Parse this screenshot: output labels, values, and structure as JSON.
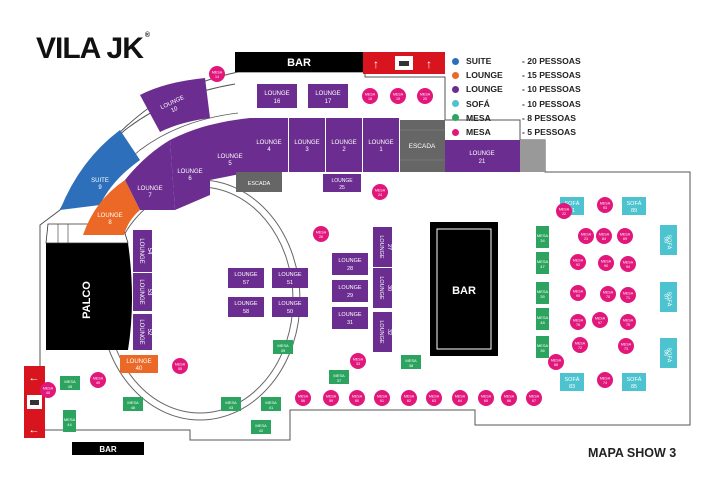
{
  "brand": {
    "name": "VILA JK",
    "mark": "®"
  },
  "title": "MAPA SHOW 3",
  "colors": {
    "suite": "#2d6fbb",
    "lounge_orange": "#ec6826",
    "lounge": "#6b2d8f",
    "sofa": "#4cc3cf",
    "mesa8": "#2ca45f",
    "mesa5": "#e2177b",
    "bar": "#000000",
    "exit": "#d8141e",
    "stair": "#666666"
  },
  "legend": [
    {
      "name": "SUITE",
      "capacity": "- 20 PESSOAS",
      "color": "#2d6fbb"
    },
    {
      "name": "LOUNGE",
      "capacity": "- 15 PESSOAS",
      "color": "#ec6826"
    },
    {
      "name": "LOUNGE",
      "capacity": "- 10 PESSOAS",
      "color": "#6b2d8f"
    },
    {
      "name": "SOFÁ",
      "capacity": "- 10 PESSOAS",
      "color": "#4cc3cf"
    },
    {
      "name": "MESA",
      "capacity": "- 8 PESSOAS",
      "color": "#2ca45f"
    },
    {
      "name": "MESA",
      "capacity": "- 5 PESSOAS",
      "color": "#e2177b"
    }
  ],
  "labels": {
    "bar_top": "BAR",
    "bar_center": "BAR",
    "bar_bottom": "BAR",
    "stage": "PALCO",
    "stairs_1": "ESCADA",
    "stairs_2": "ESCADA",
    "suite": "SUITE",
    "lounge": "LOUNGE",
    "sofa": "SOFÁ",
    "mesa": "MESA"
  },
  "suite_number": "9",
  "lounge_numbers": {
    "arc": [
      "10",
      "8",
      "7",
      "6",
      "5",
      "4",
      "3",
      "2",
      "1"
    ],
    "top": [
      "16",
      "17"
    ],
    "right": "21",
    "near_stairs": "25",
    "stage_col": [
      "54",
      "53",
      "52"
    ],
    "orange_small": "40",
    "center_grid": [
      "57",
      "51",
      "58",
      "50"
    ],
    "center_col": [
      "28",
      "29",
      "31"
    ],
    "vertical_col": [
      "27",
      "30",
      "32"
    ]
  },
  "sofa_numbers": [
    "91",
    "89",
    "88",
    "87",
    "86",
    "83",
    "85"
  ],
  "mesa8_numbers": [
    "34",
    "35",
    "36",
    "37",
    "38",
    "39",
    "45",
    "46",
    "43",
    "41",
    "42",
    "44",
    "47",
    "48"
  ],
  "mesa5_numbers": [
    "14",
    "18",
    "19",
    "20",
    "24",
    "26",
    "33",
    "55",
    "49",
    "40",
    "22",
    "23",
    "93",
    "92",
    "90",
    "94",
    "95",
    "97",
    "76",
    "75",
    "74",
    "84",
    "56",
    "59",
    "60",
    "61",
    "62",
    "63",
    "64",
    "65",
    "66",
    "67",
    "68",
    "69",
    "70",
    "71",
    "72",
    "73"
  ]
}
